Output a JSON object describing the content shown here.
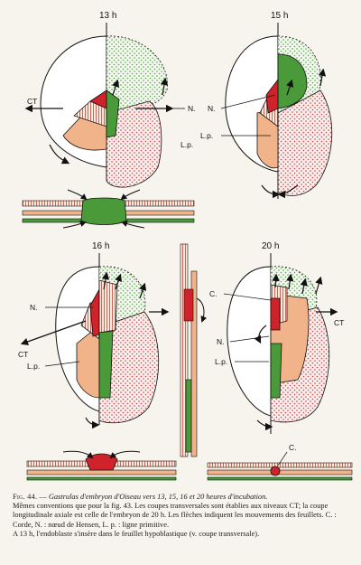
{
  "panels": {
    "p13": {
      "time": "13 h",
      "ct": "CT",
      "n": "N.",
      "lp": "L.p."
    },
    "p15": {
      "time": "15 h",
      "n": "N.",
      "lp": "L.p."
    },
    "p16": {
      "time": "16 h",
      "ct": "CT",
      "n": "N.",
      "lp": "L.p."
    },
    "p20": {
      "time": "20 h",
      "ct": "CT",
      "c": "C.",
      "n": "N.",
      "lp": "L.p."
    },
    "section20": {
      "c": "C."
    }
  },
  "colors": {
    "ectoderm": "#4a9a3a",
    "mesoderm": "#f0b38a",
    "chorde": "#d0222a",
    "hypoblast_dots": "#c0404a",
    "ectoderm_dots": "#5aa04a"
  },
  "caption": {
    "label": "Fig. 44.",
    "dash": " — ",
    "title": "Gastrulas d'embryon d'Oiseau vers 13, 15, 16 et 20 heures d'incubation.",
    "line1": "Mêmes conventions que pour la fig. 43. Les coupes transversales sont établies aux niveaux CT; la coupe longitudinale axiale est celle de l'embryon de 20 h. Les flèches indiquent les mouvements des feuillets. C. : Corde, N. : nœud de Hensen, L. p. : ligne primitive.",
    "line2": "A 13 h, l'endoblaste s'insère dans le feuillet hypoblastique (v. coupe transversale)."
  }
}
